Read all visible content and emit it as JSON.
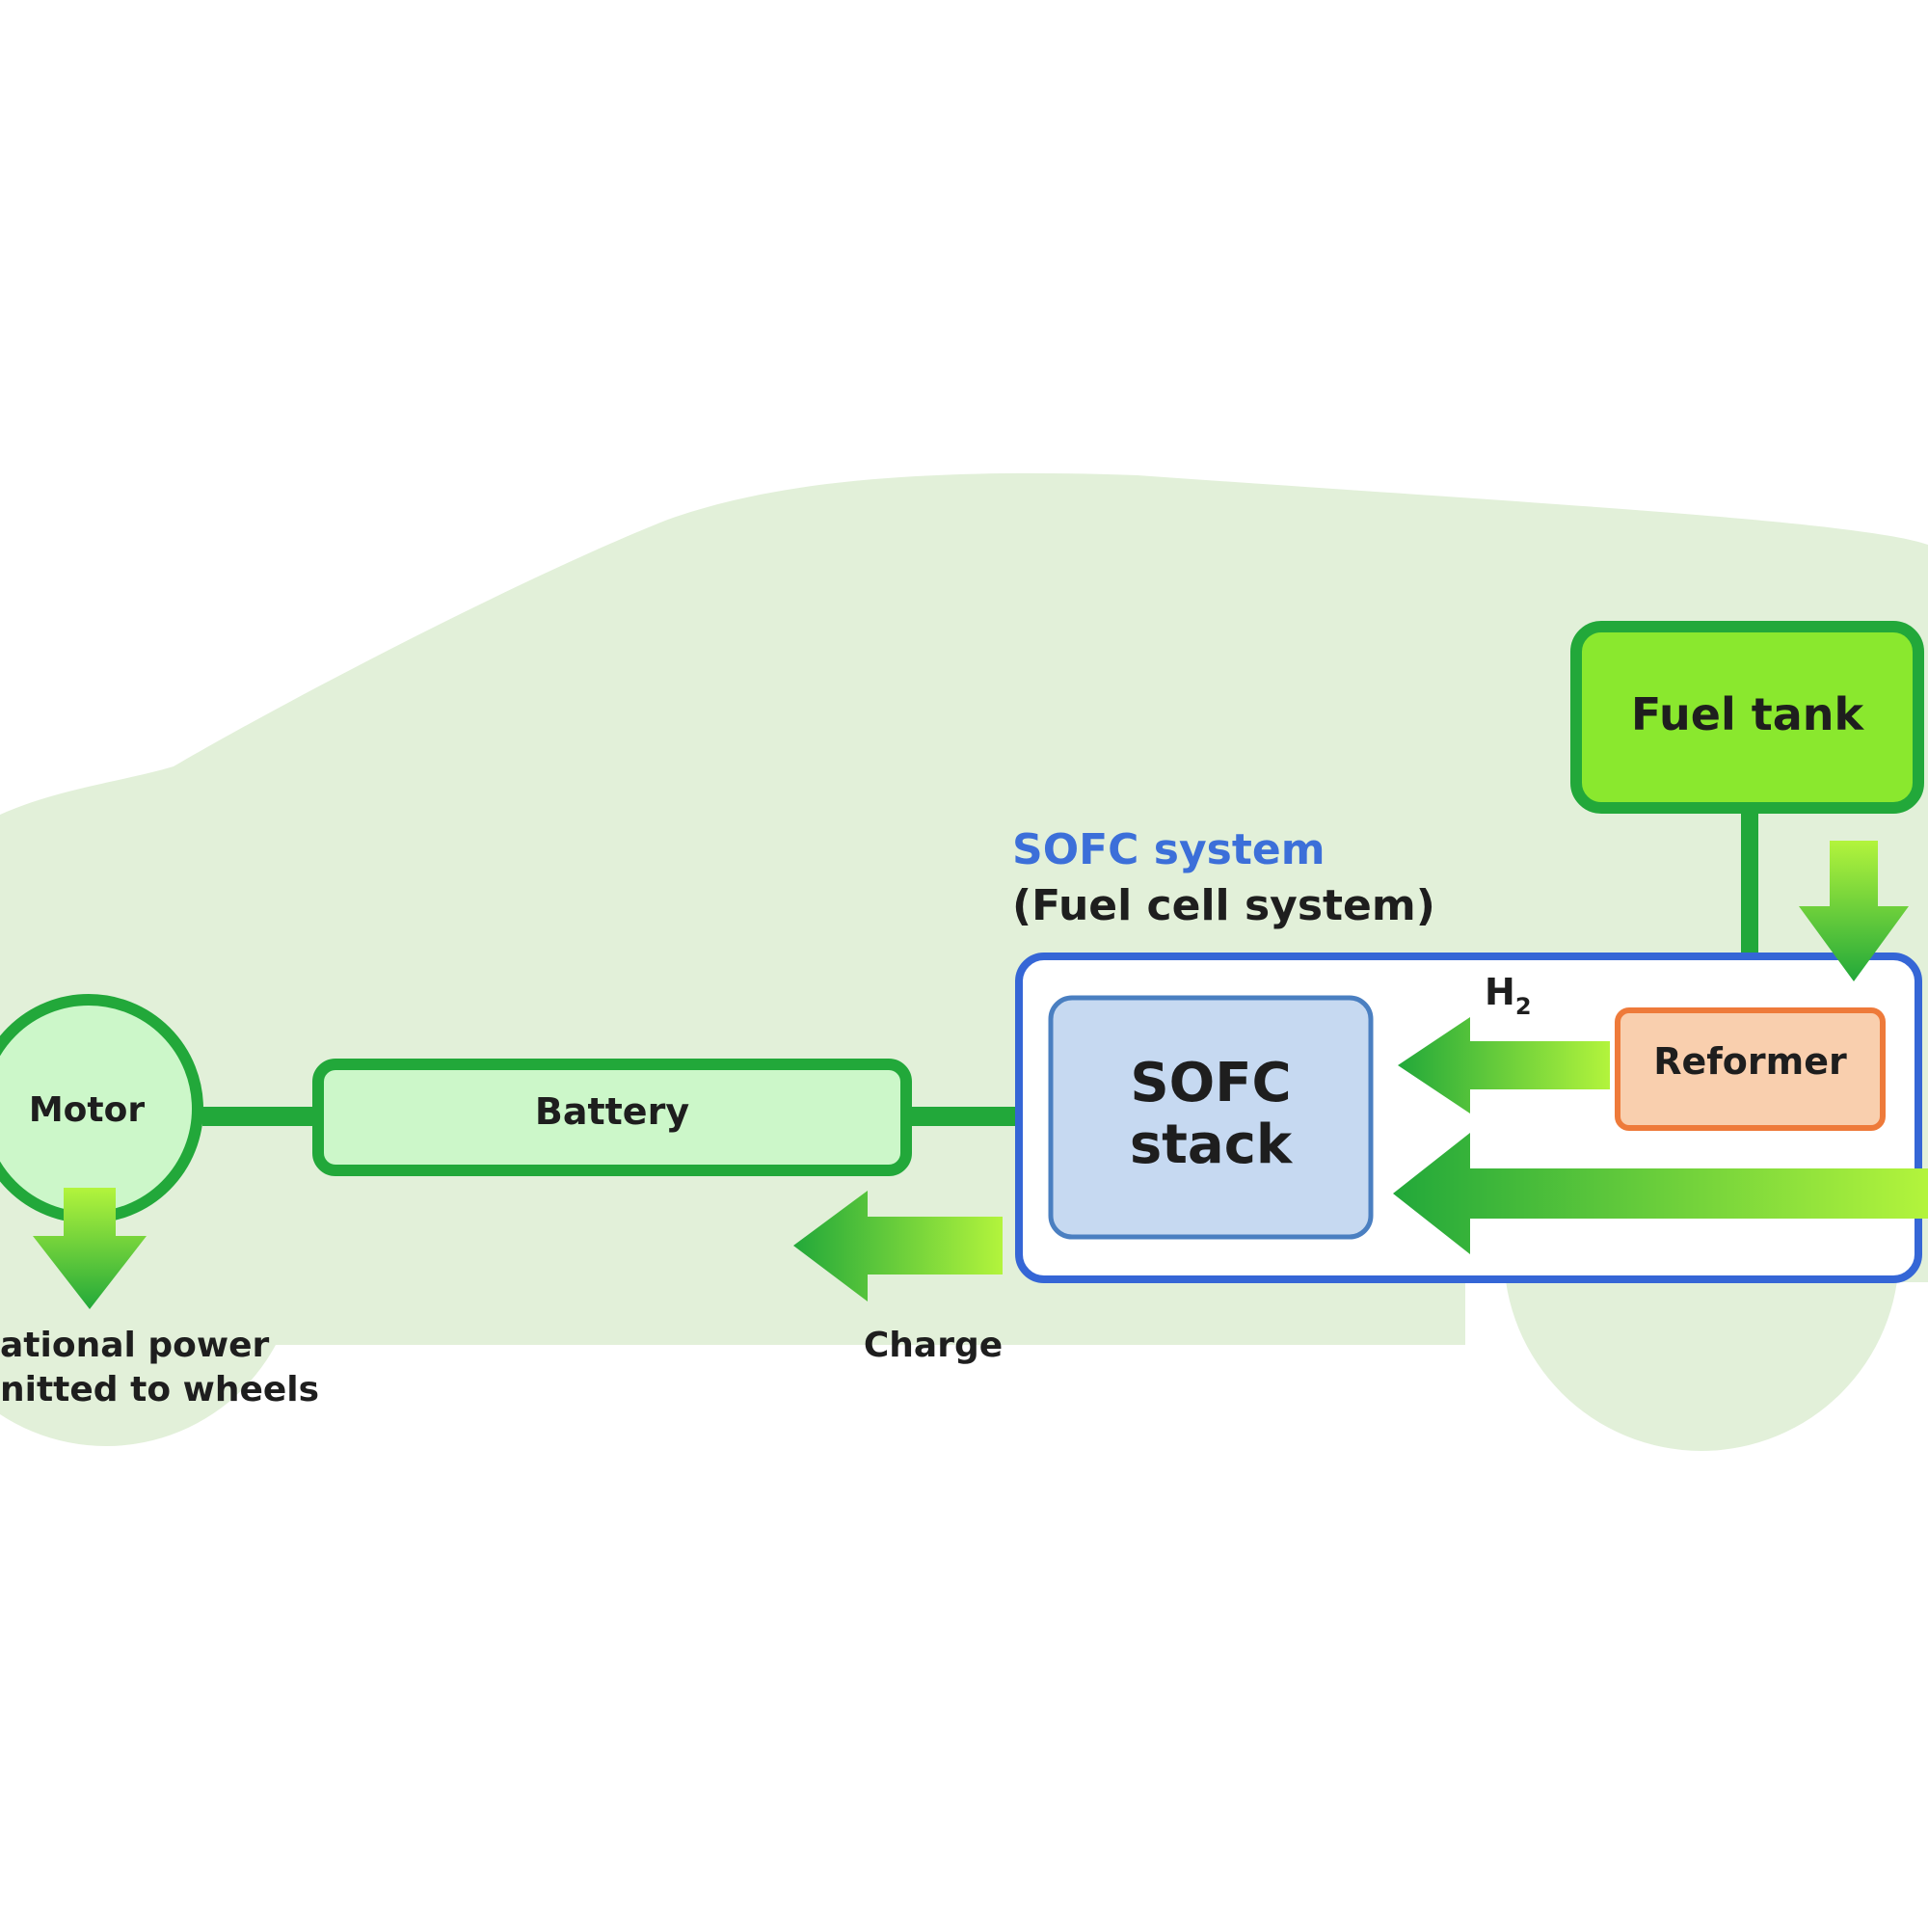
{
  "colors": {
    "car_silhouette": "#e2f0d9",
    "green_line": "#22a83a",
    "fuel_tank_fill": "#8ae82e",
    "battery_fill": "#ccf7c9",
    "sofc_system_border": "#3566d6",
    "sofc_system_label": "#3c6fd9",
    "sofc_stack_fill": "#c6d9f1",
    "sofc_stack_border": "#4a7fc1",
    "reformer_fill": "#f9cfae",
    "reformer_border": "#ee7a3a",
    "arrow_dark": "#22a83a",
    "arrow_light": "#b3f43c",
    "text": "#1e1e1e"
  },
  "components": {
    "motor": "Motor",
    "battery": "Battery",
    "fuel_tank": "Fuel tank",
    "reformer": "Reformer",
    "sofc_stack_line1": "SOFC",
    "sofc_stack_line2": "stack"
  },
  "sofc_system": {
    "title": "SOFC system",
    "subtitle": "(Fuel cell system)"
  },
  "labels": {
    "h2_main": "H",
    "h2_sub": "2",
    "charge": "Charge",
    "wheels_line1": "ational power",
    "wheels_line2": "nitted to wheels"
  }
}
